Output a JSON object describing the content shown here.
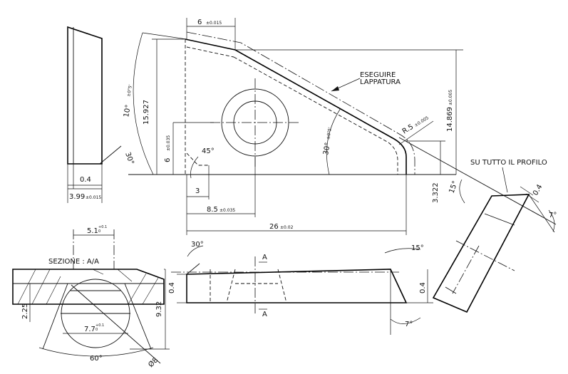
{
  "labels": {
    "d_6_top": "6",
    "d_6_top_tol": "±0.015",
    "d_10deg": "10°",
    "d_10deg_tol": "±0°5'",
    "d_15927": "15.927",
    "d_6_left": "6",
    "d_6_left_tol": "±0.035",
    "d_45deg": "45°",
    "d_3": "3",
    "d_85": "8.5",
    "d_85_tol": "±0.035",
    "d_26": "26",
    "d_26_tol": "±0.02",
    "d_30deg_inner": "30°",
    "d_30deg_inner_tol": "±0°5'",
    "d_r5": "R.5",
    "d_r5_tol": "±0.005",
    "d_14869": "14.869",
    "d_14869_tol": "±0.005",
    "d_3322": "3.322",
    "d_15deg_right": "15°",
    "d_04_right": "0.4",
    "d_7deg_right": "7°",
    "note_lap_1": "ESEGUIRE",
    "note_lap_2": "LAPPATURA",
    "note_profile": "SU TUTTO IL PROFILO",
    "d_30deg_side": "30°",
    "d_04_side": "0.4",
    "d_399": "3.99",
    "d_399_tol": "±0.015",
    "d_51": "5.1",
    "d_51_tol_up": "+0.1",
    "d_51_tol_dn": "0",
    "section_label": "SEZIONE : A/A",
    "d_225": "2.25",
    "d_932": "9.32",
    "d_77": "7.7",
    "d_77_tol_up": "+0.1",
    "d_77_tol_dn": "0",
    "d_60deg": "60°",
    "d_dia8": "Ø8",
    "d_30deg_front": "30°",
    "d_04_front_left": "0.4",
    "sec_mark_a_top": "A",
    "sec_mark_a_bot": "A",
    "d_15deg_front": "15°",
    "d_04_front_right": "0.4",
    "d_7deg_front": "7°"
  }
}
